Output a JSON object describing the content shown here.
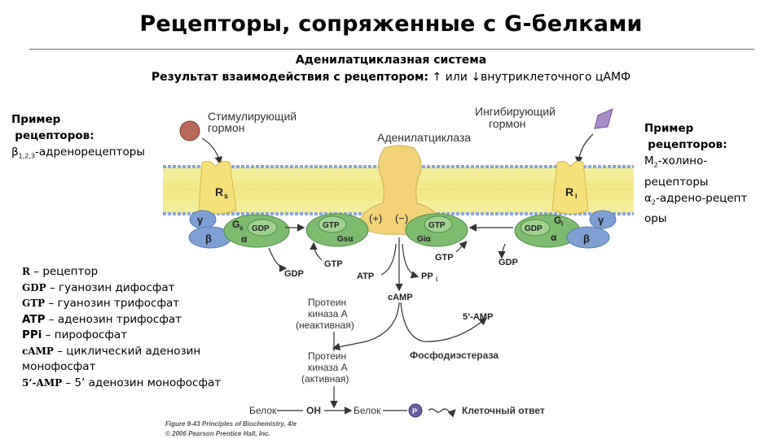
{
  "title": "Рецепторы, сопряженные с G-белками",
  "subtitle": "Аденилатциклазная система",
  "result": {
    "label": "Результат взаимодействия с рецептором",
    "colon": ":",
    "up_arrow": "↑",
    "or_text": "или",
    "down_arrow": "↓",
    "tail": "внутриклеточного цАМФ"
  },
  "left_examples": {
    "heading_1": "Пример",
    "heading_2": "рецепторов",
    "colon": ":",
    "beta": "β",
    "beta_sub": "1,2,3",
    "text": "-адренорецепторы"
  },
  "right_examples": {
    "heading_1": "Пример",
    "heading_2": "рецепторов",
    "colon": ":",
    "m": "M",
    "m_sub": "2",
    "m_text_1": "-холино-",
    "m_text_2": "рецепторы",
    "alpha": "α",
    "alpha_sub": "2",
    "alpha_text_1": "-адрено-рецепт",
    "alpha_text_2": "оры"
  },
  "legend": [
    {
      "key": "R",
      "text": " – рецептор",
      "serif": true
    },
    {
      "key": "GDP",
      "text": " – гуанозин дифосфат",
      "serif": true
    },
    {
      "key": "GTP",
      "text": " – гуанозин трифосфат",
      "serif": true
    },
    {
      "key": "ATP",
      "text": " – аденозин трифосфат",
      "serif": false
    },
    {
      "key": "PPi",
      "text": " – пирофосфат",
      "serif": false
    },
    {
      "key": "cAMP",
      "text": " – циклический аденозин",
      "serif": true
    },
    {
      "key": "",
      "text": "монофосфат",
      "serif": true
    },
    {
      "key": "5’-AMP",
      "text": " – 5’ аденозин монофосфат",
      "serif": true
    }
  ],
  "diagram": {
    "stim_hormone_1": "Стимулирующий",
    "stim_hormone_2": "гормон",
    "inhib_hormone_1": "Ингибирующий",
    "inhib_hormone_2": "гормон",
    "adenylate_cyclase": "Аденилатциклаза",
    "rs": "R",
    "rs_sub": "s",
    "ri": "R",
    "ri_sub": "i",
    "gamma": "γ",
    "beta": "β",
    "alpha": "α",
    "gs": "G",
    "gs_sub": "s",
    "gi": "G",
    "gi_sub": "i",
    "gdp": "GDP",
    "gtp": "GTP",
    "gsa": "Gsα",
    "gia": "Giα",
    "plus": "(+)",
    "minus": "(−)",
    "atp": "ATP",
    "ppi": "PP",
    "ppi_sub": "i",
    "camp": "cAMP",
    "pka_inactive_1": "Протеин",
    "pka_inactive_2": "киназа А",
    "pka_inactive_3": "(неактивная)",
    "pka_active_1": "Протеин",
    "pka_active_2": "киназа А",
    "pka_active_3": "(активная)",
    "amp5": "5’-AMP",
    "phosphodiesterase": "Фосфодиэстераза",
    "protein_1": "Белок",
    "oh": "OH",
    "protein_2": "Белок",
    "p_label": "P",
    "cell_response": "Клеточный ответ",
    "credit_1": "Figure 9-43  Principles of Biochemistry, 4/e",
    "credit_2": "© 2006 Pearson Prentice Hall, Inc."
  },
  "colors": {
    "membrane_heads": "#f4ee9a",
    "membrane_tails": "#f3e88a",
    "receptor": "#f6e07a",
    "g_alpha_green": "#7dbb6e",
    "gamma_blue": "#7ea0d2",
    "stim_hormone": "#b86a58",
    "inhib_hormone": "#a88cc8"
  }
}
